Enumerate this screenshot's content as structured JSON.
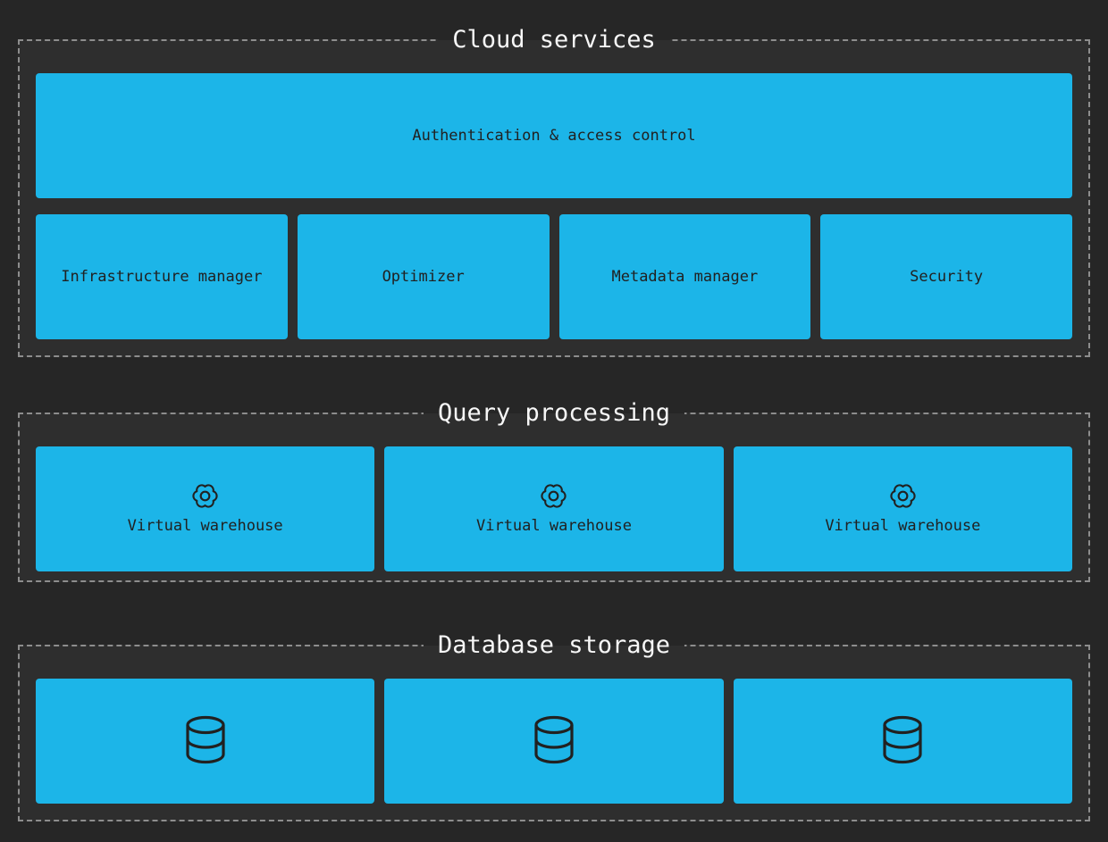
{
  "colors": {
    "page_bg": "#262626",
    "section_bg": "#2e2e2e",
    "dash_border": "#8d8d8d",
    "node_fill": "#1cb5e8",
    "node_text": "#212121",
    "title_text": "#f7f7f7"
  },
  "sections": [
    {
      "title": "Cloud services",
      "wide_box": {
        "label": "Authentication & access control"
      },
      "boxes": [
        {
          "label": "Infrastructure manager"
        },
        {
          "label": "Optimizer"
        },
        {
          "label": "Metadata manager"
        },
        {
          "label": "Security"
        }
      ]
    },
    {
      "title": "Query processing",
      "boxes": [
        {
          "icon": "gear-icon",
          "label": "Virtual warehouse"
        },
        {
          "icon": "gear-icon",
          "label": "Virtual warehouse"
        },
        {
          "icon": "gear-icon",
          "label": "Virtual warehouse"
        }
      ]
    },
    {
      "title": "Database storage",
      "boxes": [
        {
          "icon": "database-icon"
        },
        {
          "icon": "database-icon"
        },
        {
          "icon": "database-icon"
        }
      ]
    }
  ]
}
